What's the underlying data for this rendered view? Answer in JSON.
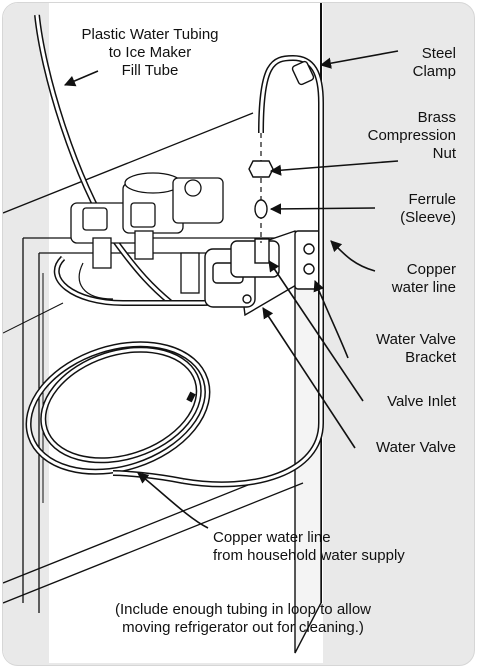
{
  "labels": {
    "plastic_tubing": [
      "Plastic Water Tubing",
      "to Ice Maker",
      "Fill Tube"
    ],
    "steel_clamp": [
      "Steel",
      "Clamp"
    ],
    "brass_nut": [
      "Brass",
      "Compression",
      "Nut"
    ],
    "ferrule": [
      "Ferrule",
      "(Sleeve)"
    ],
    "copper_line": [
      "Copper",
      "water line"
    ],
    "valve_bracket": [
      "Water Valve",
      "Bracket"
    ],
    "valve_inlet": [
      "Valve Inlet"
    ],
    "water_valve": [
      "Water Valve"
    ],
    "household_line": [
      "Copper water line",
      "from household water supply"
    ],
    "note": [
      "(Include enough tubing in loop to allow",
      "moving refrigerator out for cleaning.)"
    ]
  },
  "colors": {
    "panel_background": "#e9e9e9",
    "line": "#111111"
  }
}
